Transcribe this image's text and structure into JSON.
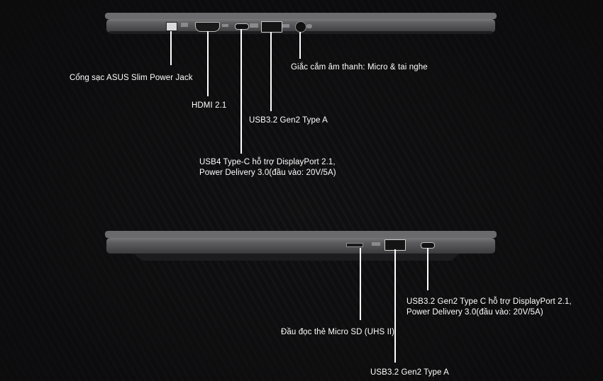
{
  "colors": {
    "background": "#0b0b0c",
    "chassis": "#5b5b5d",
    "chassis_dark": "#2a2a2c",
    "label_text": "#ffffff",
    "leader_line": "#ffffff"
  },
  "laptop_left_side": {
    "callouts": {
      "power_jack": "Cổng sạc ASUS Slim Power Jack",
      "hdmi": "HDMI 2.1",
      "usb_a": "USB3.2 Gen2 Type A",
      "usb4_line1": "USB4 Type-C hỗ trợ DisplayPort 2.1,",
      "usb4_line2": "Power Delivery 3.0(đầu vào: 20V/5A)",
      "audio": "Giắc cắm âm thanh: Micro & tai nghe"
    }
  },
  "laptop_right_side": {
    "callouts": {
      "sd_reader": "Đầu đọc thẻ Micro SD (UHS II)",
      "usb_a": "USB3.2 Gen2 Type A",
      "usb_c_line1": "USB3.2 Gen2 Type C hỗ trợ DisplayPort 2.1,",
      "usb_c_line2": "Power Delivery 3.0(đầu vào: 20V/5A)"
    }
  }
}
